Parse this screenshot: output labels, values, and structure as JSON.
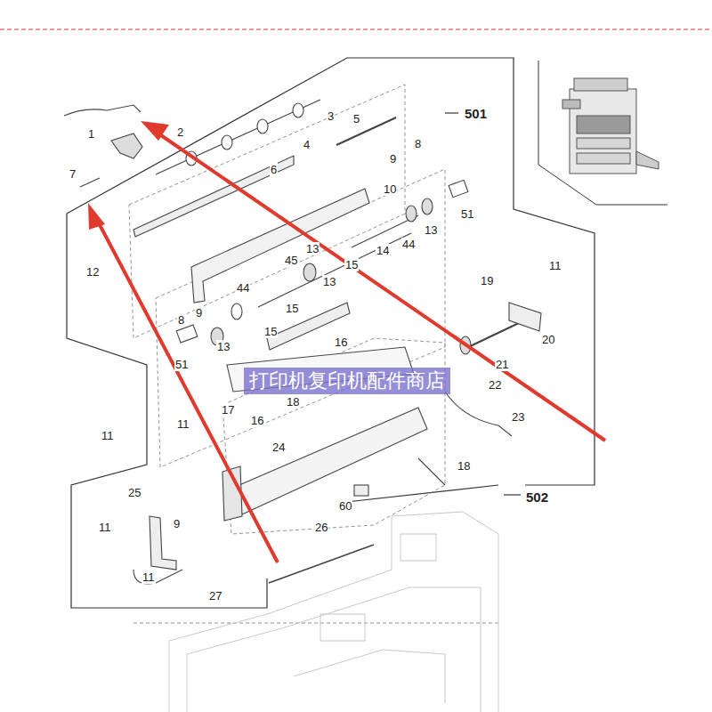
{
  "diagram": {
    "labels": [
      "1",
      "2",
      "3",
      "5",
      "501",
      "4",
      "8",
      "6",
      "9",
      "10",
      "7",
      "51",
      "13",
      "44",
      "14",
      "13",
      "45",
      "15",
      "12",
      "11",
      "19",
      "44",
      "13",
      "8",
      "9",
      "15",
      "13",
      "15",
      "20",
      "16",
      "51",
      "21",
      "22",
      "17",
      "11",
      "16",
      "18",
      "23",
      "11",
      "24",
      "18",
      "502",
      "60",
      "25",
      "9",
      "11",
      "26",
      "11",
      "27",
      "打印机复印机配件商店"
    ]
  }
}
